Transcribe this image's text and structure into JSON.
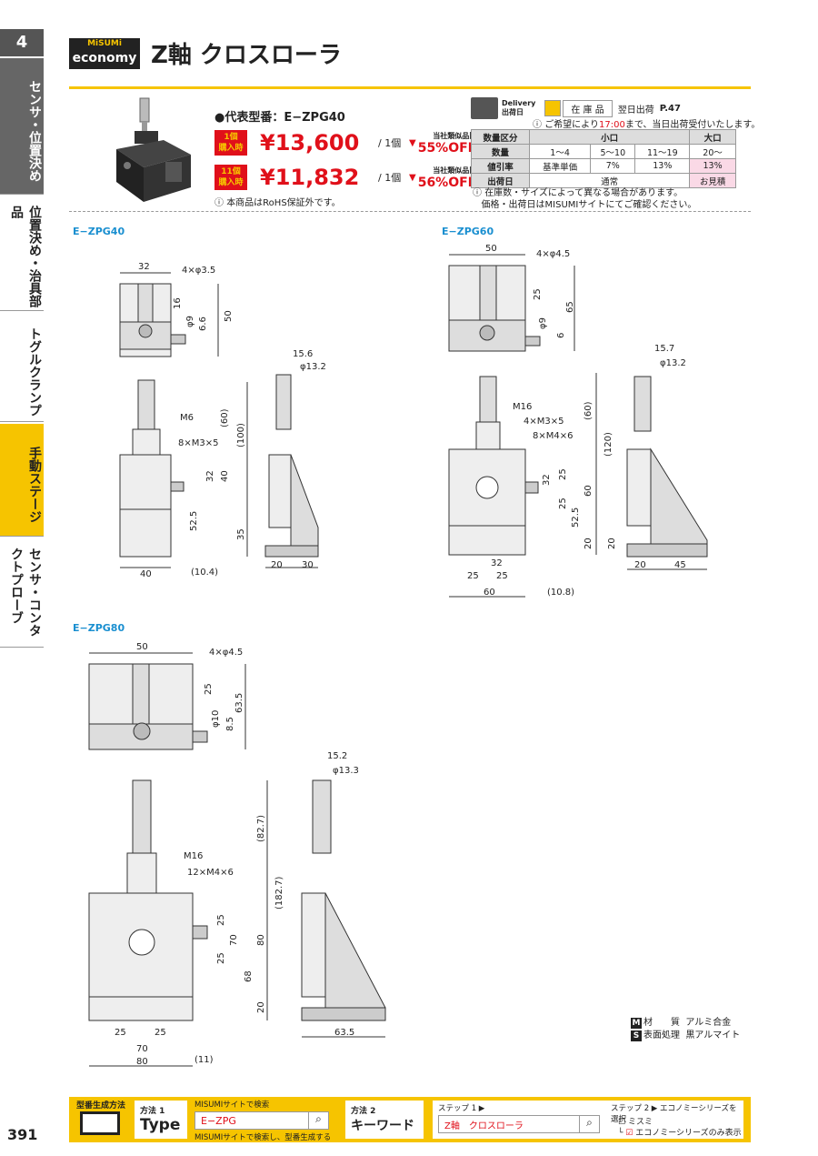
{
  "side": {
    "num": "4",
    "tabs": [
      "センサ・位置決め",
      "位置決め・治具部品",
      "トグルクランプ",
      "手動ステージ",
      "センサ・コンタクトプローブ"
    ]
  },
  "header": {
    "logo_top": "MiSUMi",
    "logo_bottom": "economy",
    "title": "Z軸 クロスローラ"
  },
  "product": {
    "rep_model": "●代表型番：E−ZPG40",
    "prices": [
      {
        "qty_line1": "1個",
        "qty_line2": "購入時",
        "price": "¥13,600",
        "per": "/ 1個",
        "off_label": "当社類似品比",
        "off": "55%OFF"
      },
      {
        "qty_line1": "11個",
        "qty_line2": "購入時",
        "price": "¥11,832",
        "per": "/ 1個",
        "off_label": "当社類似品比",
        "off": "56%OFF"
      }
    ],
    "rohs": "本商品はRoHS保証外です。"
  },
  "delivery": {
    "label1": "Delivery",
    "label2": "出荷日",
    "stock": "在 庫 品",
    "nextday": "翌日出荷",
    "ref": "P.47",
    "note_pre": "ご希望により",
    "note_time": "17:00",
    "note_post": "まで、当日出荷受付いたします。"
  },
  "discount_table": {
    "headers": [
      "数量区分",
      "小口",
      "大口"
    ],
    "rows": [
      {
        "label": "数量",
        "cells": [
          "1〜4",
          "5〜10",
          "11〜19",
          "20〜"
        ]
      },
      {
        "label": "値引率",
        "cells": [
          "基準単価",
          "7%",
          "13%",
          "13%"
        ]
      },
      {
        "label": "出荷日",
        "cells": [
          "通常",
          "お見積"
        ]
      }
    ],
    "note1": "在庫数・サイズによって異なる場合があります。",
    "note2": "価格・出荷日はMISUMIサイトにてご確認ください。"
  },
  "models": {
    "m40": "E−ZPG40",
    "m60": "E−ZPG60",
    "m80": "E−ZPG80"
  },
  "dims40": {
    "top": [
      "32",
      "4×φ3.5",
      "16",
      "φ9",
      "6.6",
      "50"
    ],
    "front": [
      "M6",
      "8×M3×5",
      "(60)",
      "(100)",
      "32",
      "40",
      "52.5",
      "35",
      "40",
      "(10.4)"
    ],
    "side": [
      "15.6",
      "φ13.2",
      "20",
      "30"
    ]
  },
  "dims60": {
    "top": [
      "50",
      "4×φ4.5",
      "25",
      "65",
      "φ9",
      "6"
    ],
    "front": [
      "M16",
      "4×M3×5",
      "8×M4×6",
      "(60)",
      "(120)",
      "32",
      "25",
      "25",
      "60",
      "52.5",
      "20",
      "32",
      "25",
      "25",
      "60",
      "(10.8)"
    ],
    "side": [
      "15.7",
      "φ13.2",
      "20",
      "20",
      "45"
    ]
  },
  "dims80": {
    "top": [
      "50",
      "4×φ4.5",
      "25",
      "63.5",
      "φ10",
      "8.5"
    ],
    "front": [
      "M16",
      "12×M4×6",
      "(82.7)",
      "(182.7)",
      "25",
      "70",
      "25",
      "80",
      "68",
      "20",
      "25",
      "25",
      "70",
      "80",
      "(11)"
    ],
    "side": [
      "15.2",
      "φ13.3",
      "63.5"
    ]
  },
  "spec": {
    "mat_icon": "M",
    "mat_label": "材　　質",
    "mat_value": "アルミ合金",
    "surf_icon": "S",
    "surf_label": "表面処理",
    "surf_value": "黒アルマイト"
  },
  "footer": {
    "method_label": "型番生成方法",
    "m1_title": "方法 1",
    "m1_type": "Type",
    "m1_top": "MISUMIサイトで検索",
    "m1_input": "E−ZPG",
    "m1_bottom": "MISUMIサイトで検索し、型番生成する",
    "m2_title": "方法 2",
    "m2_keyword": "キーワード",
    "step1": "ステップ 1 ▶",
    "step1_input": "Z軸　クロスローラ",
    "step2": "ステップ 2 ▶ エコノミーシリーズを選択",
    "opt1": "ミスミ",
    "opt2": "エコノミーシリーズのみ表示"
  },
  "page_number": "391"
}
